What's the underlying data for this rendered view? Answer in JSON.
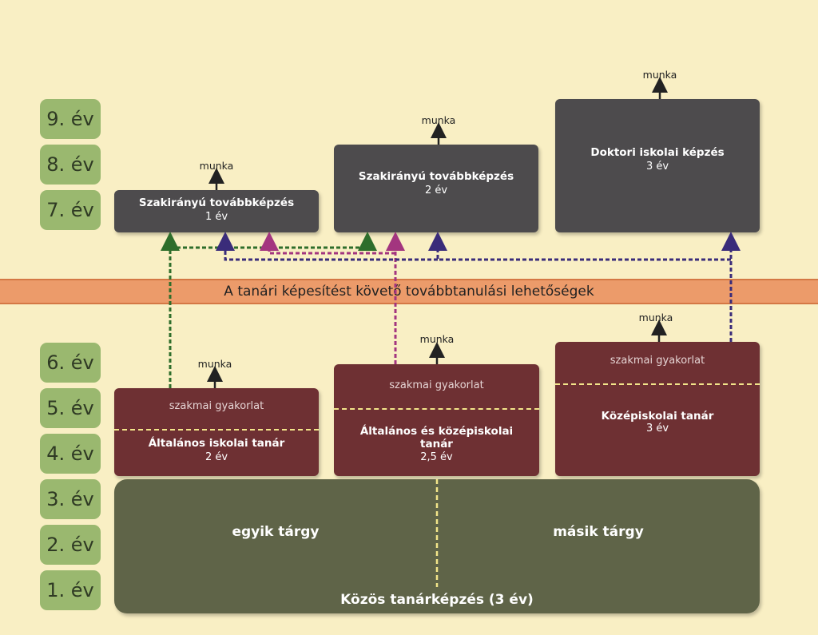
{
  "years": [
    "9. év",
    "8. év",
    "7. év",
    "6. év",
    "5. év",
    "4. év",
    "3. év",
    "2. év",
    "1. év"
  ],
  "band_label": "A tanári képesítést követő továbbtanulási lehetőségek",
  "upper": {
    "box1": {
      "title": "Szakirányú továbbképzés",
      "duration": "1 év"
    },
    "box2": {
      "title": "Szakirányú továbbképzés",
      "duration": "2 év"
    },
    "box3": {
      "title": "Doktori iskolai képzés",
      "duration": "3 év"
    }
  },
  "lower": {
    "box1": {
      "practice": "szakmai gyakorlat",
      "title": "Általános iskolai tanár",
      "duration": "2 év"
    },
    "box2": {
      "practice": "szakmai gyakorlat",
      "title_line1": "Általános és középiskolai",
      "title_line2": "tanár",
      "duration": "2,5 év"
    },
    "box3": {
      "practice": "szakmai gyakorlat",
      "title": "Középiskolai tanár",
      "duration": "3 év"
    }
  },
  "base": {
    "left": "egyik tárgy",
    "right": "másik tárgy",
    "bottom": "Közös tanárképzés (3 év)"
  },
  "work_label": "munka",
  "colors": {
    "background": "#f9efc4",
    "year_badge": "#9ab86f",
    "upper_box": "#4d4b4d",
    "lower_box": "#6e3033",
    "base_box": "#5f6448",
    "band": "#ec9b6a",
    "green_path": "#2e6e2b",
    "magenta_path": "#a3357f",
    "navy_path": "#3a2c7a",
    "separator": "#f2e58a"
  }
}
